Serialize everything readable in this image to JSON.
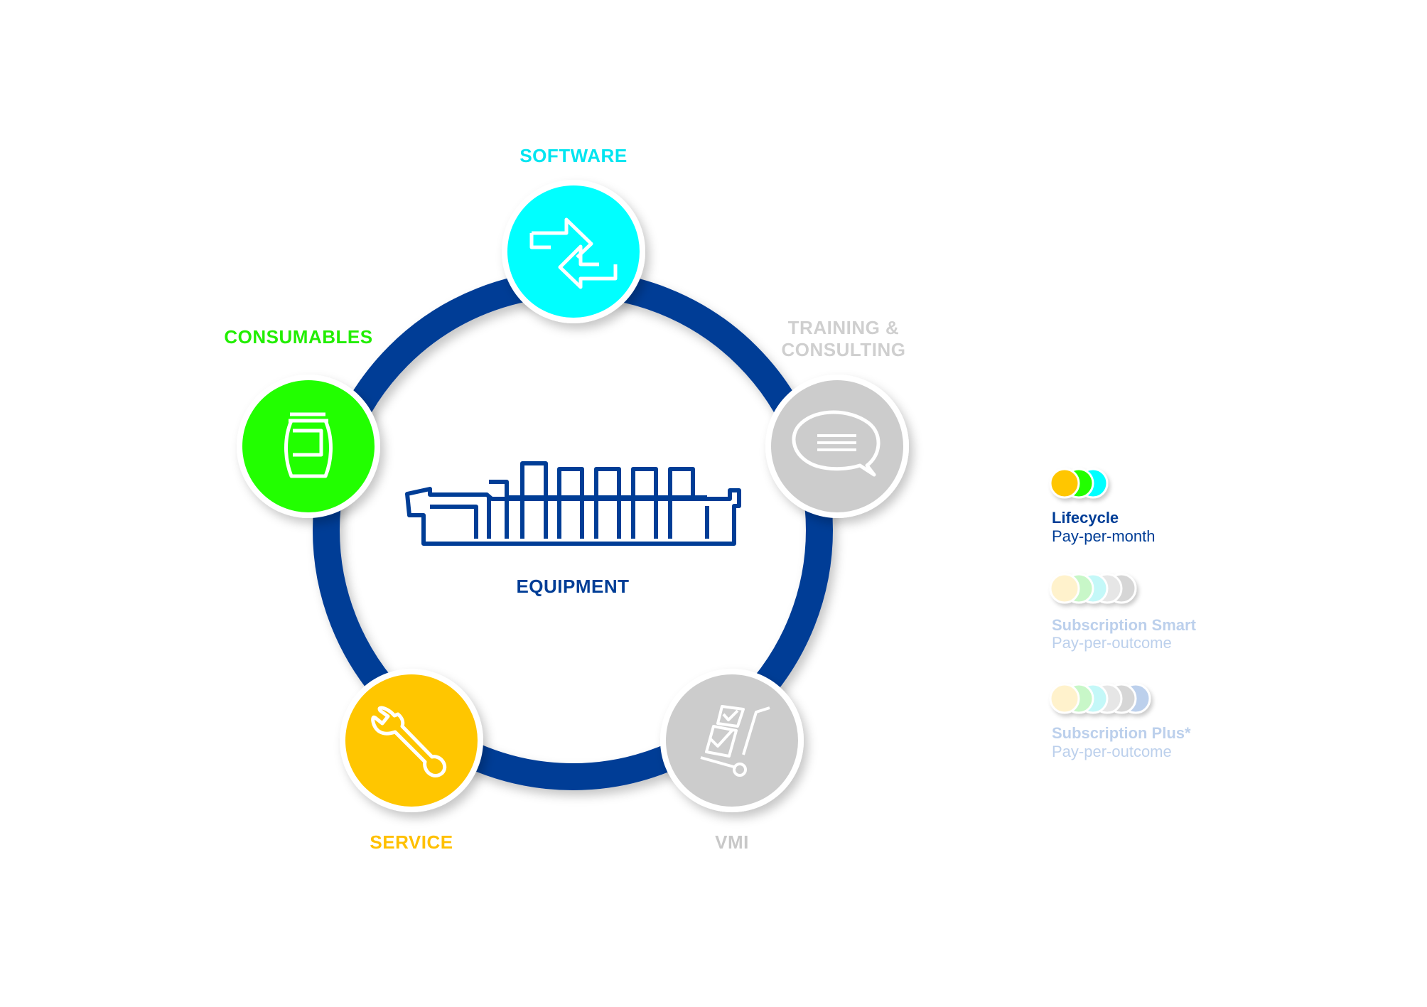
{
  "center": {
    "label": "EQUIPMENT",
    "icon": "printing-press-icon"
  },
  "nodes": [
    {
      "id": "software",
      "label": "SOFTWARE",
      "icon": "arrows-exchange-icon",
      "color": "#00ffff",
      "label_color": "#00e5f0"
    },
    {
      "id": "training",
      "label_line1": "TRAINING &",
      "label_line2": "CONSULTING",
      "icon": "speech-bubble-icon",
      "color": "#cccccc",
      "label_color": "#cfcfcf"
    },
    {
      "id": "vmi",
      "label": "VMI",
      "icon": "hand-truck-icon",
      "color": "#cccccc",
      "label_color": "#c8c8c8"
    },
    {
      "id": "service",
      "label": "SERVICE",
      "icon": "wrench-icon",
      "color": "#ffc600",
      "label_color": "#ffc000"
    },
    {
      "id": "consumables",
      "label": "CONSUMABLES",
      "icon": "ink-can-icon",
      "color": "#22ff00",
      "label_color": "#22ee00"
    }
  ],
  "legend": [
    {
      "title": "Lifecycle",
      "subtitle": "Pay-per-month",
      "dots": [
        "#ffc600",
        "#22ff00",
        "#00ffff"
      ],
      "active": true
    },
    {
      "title": "Subscription Smart",
      "subtitle": "Pay-per-outcome",
      "dots": [
        "#fff2cc",
        "#c8f7c8",
        "#c4f8f8",
        "#e6e6e6",
        "#d6d6d6"
      ],
      "active": false
    },
    {
      "title": "Subscription Plus*",
      "subtitle": "Pay-per-outcome",
      "dots": [
        "#fff2cc",
        "#c8f7c8",
        "#c4f8f8",
        "#e6e6e6",
        "#d6d6d6",
        "#bcd0ec"
      ],
      "active": false
    }
  ],
  "colors": {
    "ring": "#003d96",
    "text_active": "#003d96",
    "text_inactive": "#bcd0ec"
  }
}
